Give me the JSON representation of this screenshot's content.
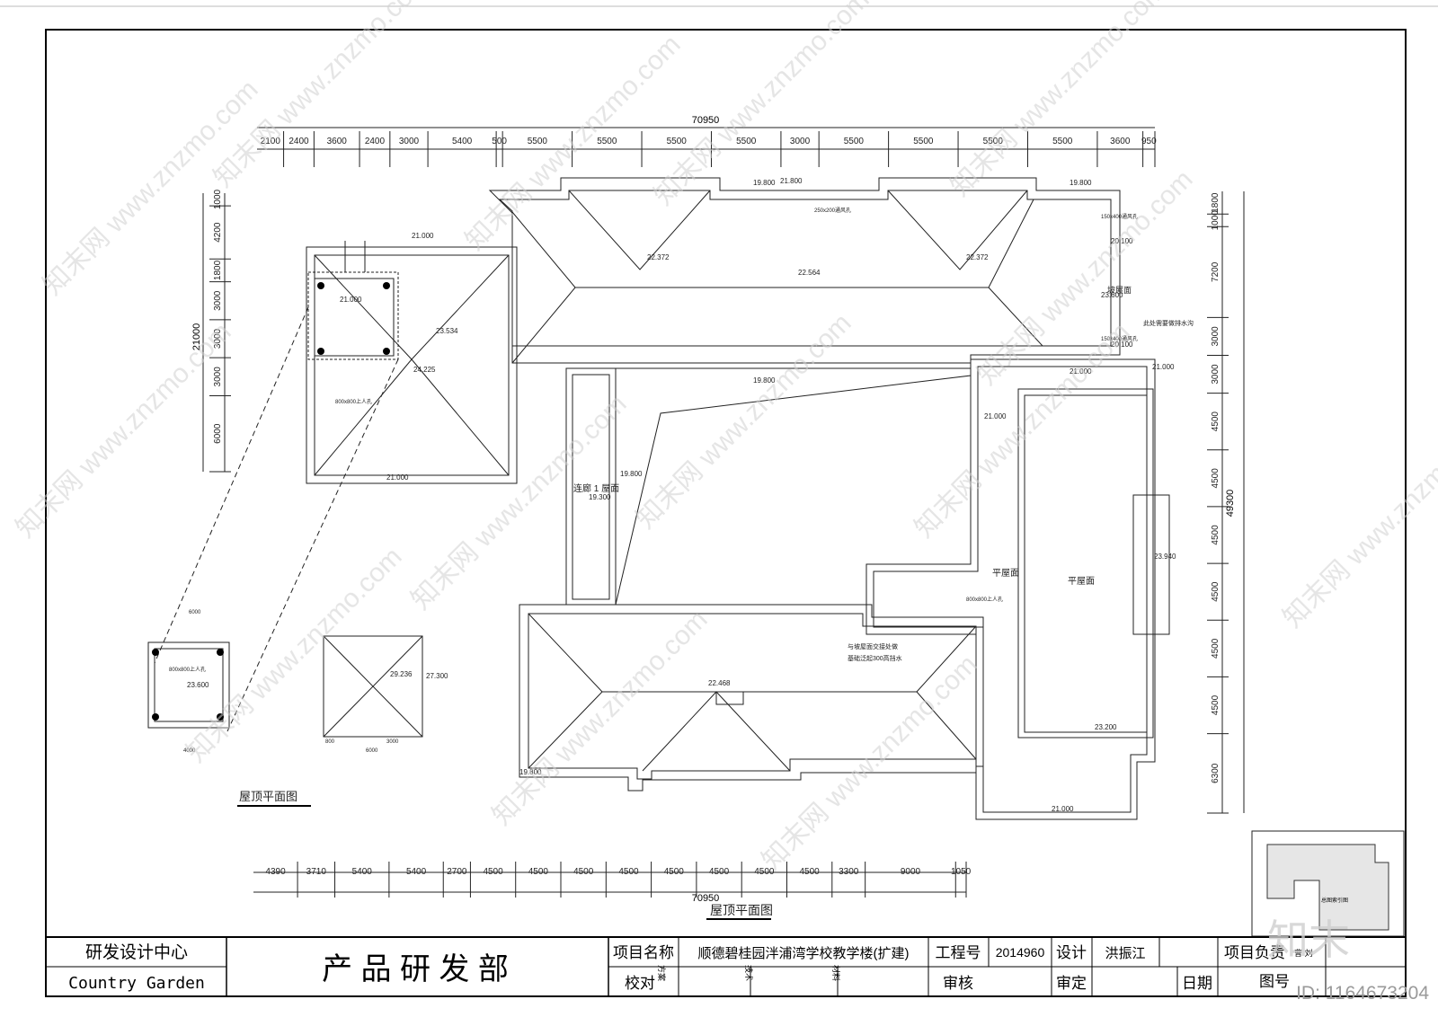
{
  "drawing": {
    "overall_width": "70950",
    "overall_height": "49300",
    "left_height": "21000",
    "top_dims": [
      "2100",
      "2400",
      "3600",
      "2400",
      "3000",
      "5400",
      "500",
      "5500",
      "5500",
      "5500",
      "5500",
      "3000",
      "5500",
      "5500",
      "5500",
      "5500",
      "3600",
      "950"
    ],
    "bottom_dims": [
      "4390",
      "3710",
      "5400",
      "5400",
      "2700",
      "4500",
      "4500",
      "4500",
      "4500",
      "4500",
      "4500",
      "4500",
      "4500",
      "3300",
      "9000",
      "1050"
    ],
    "left_dims": [
      "1000",
      "4200",
      "1800",
      "3000",
      "3000",
      "3000",
      "6000"
    ],
    "right_dims": [
      "1800",
      "1000",
      "7200",
      "3000",
      "3000",
      "4500",
      "4500",
      "4500",
      "4500",
      "4500",
      "4500",
      "6300"
    ],
    "elevations": {
      "e22372a": "22.372",
      "e22372b": "22.372",
      "e22564": "22.564",
      "e21800": "21.800",
      "e19800a": "19.800",
      "e19800b": "19.800",
      "e19800c": "19.800",
      "e19800d": "19.800",
      "e19800e": "19.800",
      "e21000a": "21.000",
      "e21000b": "21.000",
      "e21000c": "21.000",
      "e21000d": "21.000",
      "e21000e": "21.000",
      "e21000f": "21.000",
      "e21000g": "21.000",
      "e23534": "23.534",
      "e24225": "24.225",
      "e20100a": "20.100",
      "e20100b": "20.100",
      "e23600a": "23.600",
      "e23600b": "23.600",
      "e23940": "23.940",
      "e22468": "22.468",
      "e23200": "23.200",
      "e19300": "19.300",
      "e29236": "29.236",
      "e27300": "27.300"
    },
    "labels": {
      "corridor_roof": "连廊 1 屋面",
      "flat_roof_1": "平屋面",
      "flat_roof_2": "平屋面",
      "slope_roof": "坡屋面",
      "hatch_800a": "800x800上人孔",
      "hatch_800b": "800x800上人孔",
      "hatch_800c": "800x800上人孔",
      "box_250": "250x200通风孔",
      "box_150a": "150x400通风孔",
      "box_150b": "150x400通风孔",
      "note_drain": "此处需要做排水沟",
      "note_slope1": "与坡屋面交接处做",
      "note_slope2": "基础泛起300高挡水",
      "detail_dim_a": "6000",
      "detail_dim_b": "4000",
      "detail_dim_c": "6000",
      "detail_dim_d": "3000",
      "detail_dim_e": "800",
      "plan_title_small": "屋顶平面图",
      "plan_title_main": "屋顶平面图"
    }
  },
  "watermark": "www.znzmo.com",
  "watermark_cn": "知末网",
  "keyplan_label": "总图索引图",
  "logo_text": "知末",
  "id_text": "ID: 1164673204",
  "title_block": {
    "org_name": "研发设计中心",
    "org_en": "Country Garden",
    "dept": "产 品 研 发 部",
    "project_label": "项目名称",
    "project_value": "顺德碧桂园泮浦湾学校教学楼(扩建)",
    "job_no_label": "工程号",
    "job_no_value": "2014960",
    "design_label": "设计",
    "design_value": "洪振江",
    "lead_label": "项目负责",
    "lead_value": "曹  刘",
    "check_label": "校对",
    "scheme_label": "方案",
    "tech_label": "技术",
    "material_label": "材料",
    "review_label": "审核",
    "approve_label": "审定",
    "date_label": "日期",
    "sheet_label": "图号"
  }
}
